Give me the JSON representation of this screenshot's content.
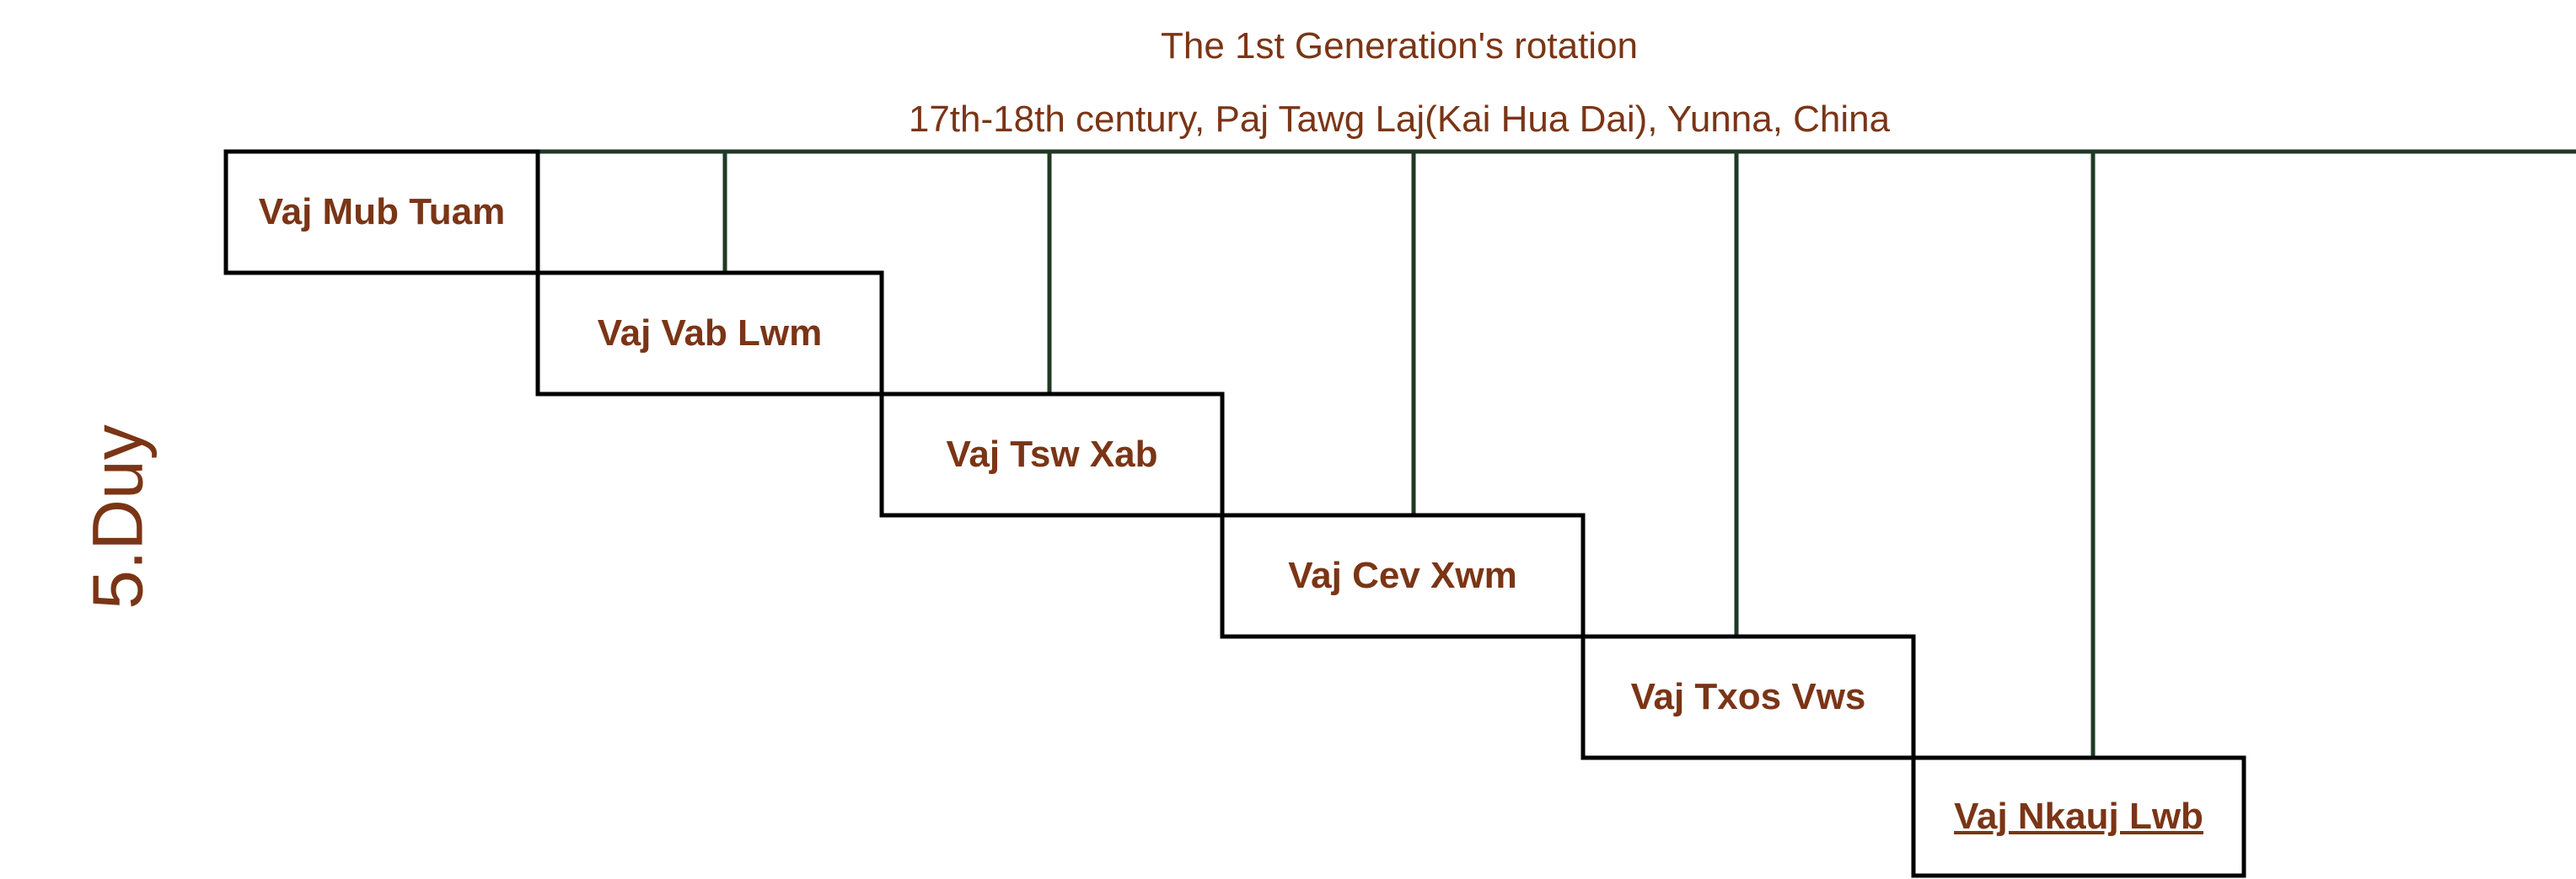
{
  "title": "The 1st Generation's rotation",
  "subtitle": "17th-18th century, Paj Tawg Laj(Kai Hua Dai), Yunna, China",
  "side_label": "5.Duy",
  "colors": {
    "text": "#7a3516",
    "box_border": "#000000",
    "connector": "#1f3a24"
  },
  "members": [
    {
      "name": "Vaj Mub Tuam",
      "link": false
    },
    {
      "name": "Vaj Vab Lwm",
      "link": false
    },
    {
      "name": "Vaj Tsw Xab",
      "link": false
    },
    {
      "name": "Vaj Cev Xwm",
      "link": false
    },
    {
      "name": "Vaj Txos Vws",
      "link": false
    },
    {
      "name": "Vaj Nkauj Lwb",
      "link": true
    }
  ]
}
